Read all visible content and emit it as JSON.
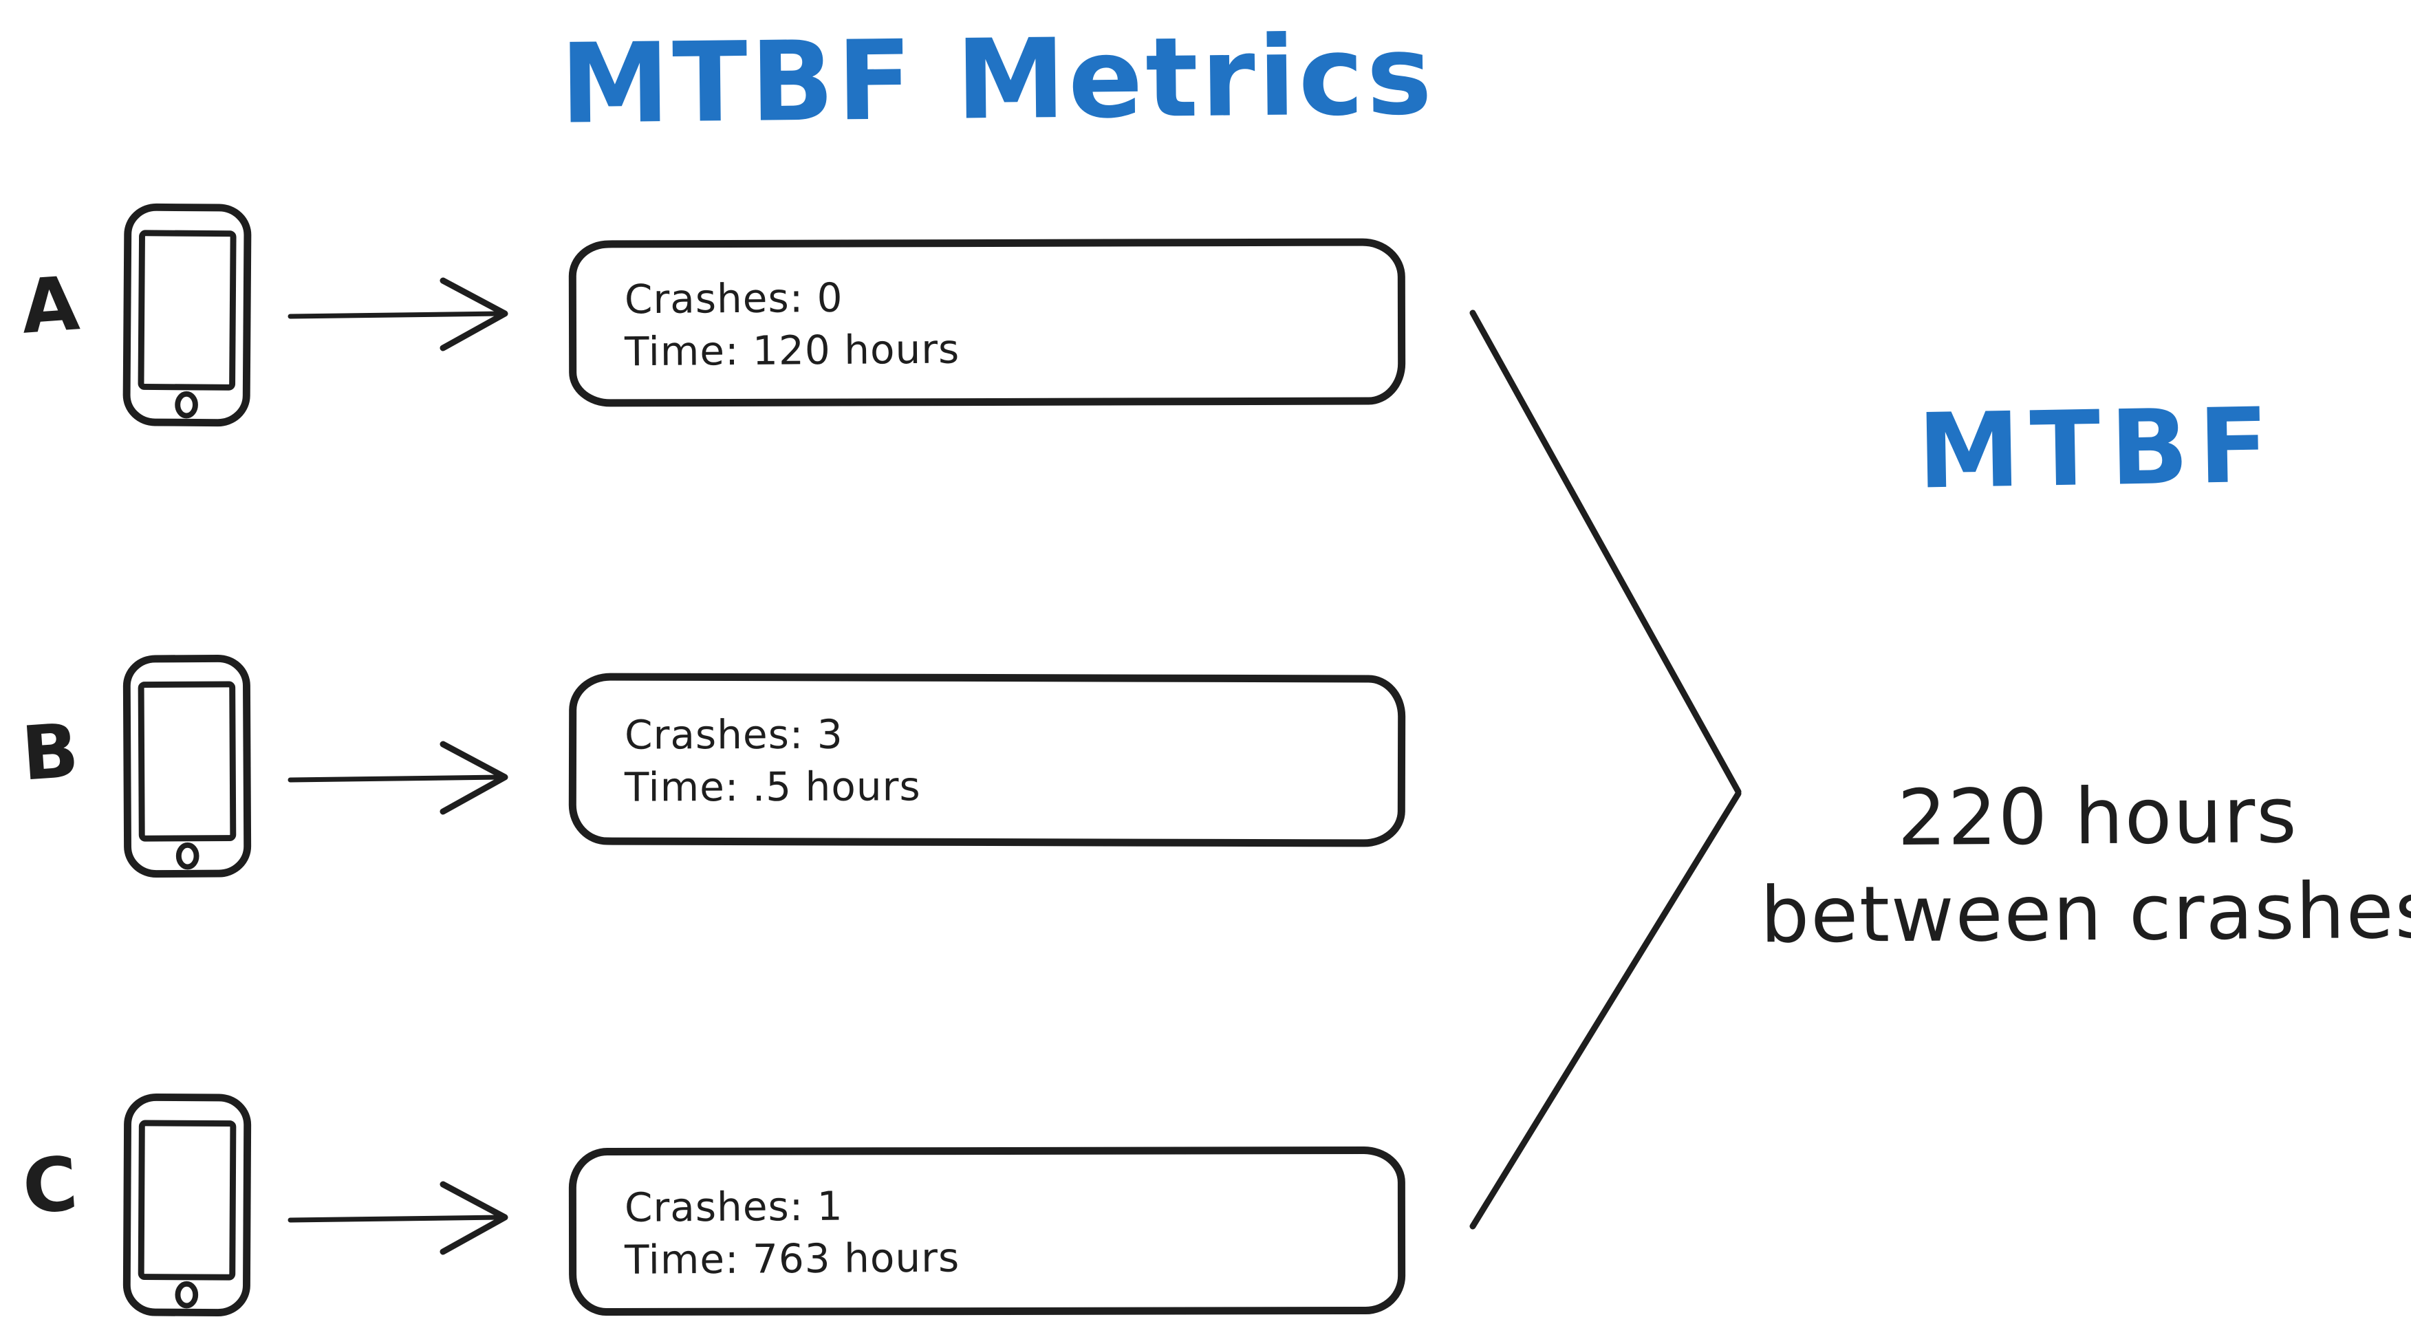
{
  "title": "MTBF Metrics",
  "colors": {
    "accent_blue": "#2173c4",
    "ink_black": "#1e1e1e",
    "background": "#ffffff"
  },
  "icons": {
    "device": "smartphone-icon",
    "flow": "arrow-right-icon",
    "merge": "converge-chevron-icon"
  },
  "rows": [
    {
      "label": "A",
      "crashes_line": "Crashes: 0",
      "time_line": "Time: 120 hours",
      "crashes": 0,
      "time_hours": 120
    },
    {
      "label": "B",
      "crashes_line": "Crashes: 3",
      "time_line": "Time: .5 hours",
      "crashes": 3,
      "time_hours": 0.5
    },
    {
      "label": "C",
      "crashes_line": "Crashes: 1",
      "time_line": "Time: 763 hours",
      "crashes": 1,
      "time_hours": 763
    }
  ],
  "result": {
    "heading": "MTBF",
    "value_line1": "220 hours",
    "value_line2": "between crashes"
  }
}
